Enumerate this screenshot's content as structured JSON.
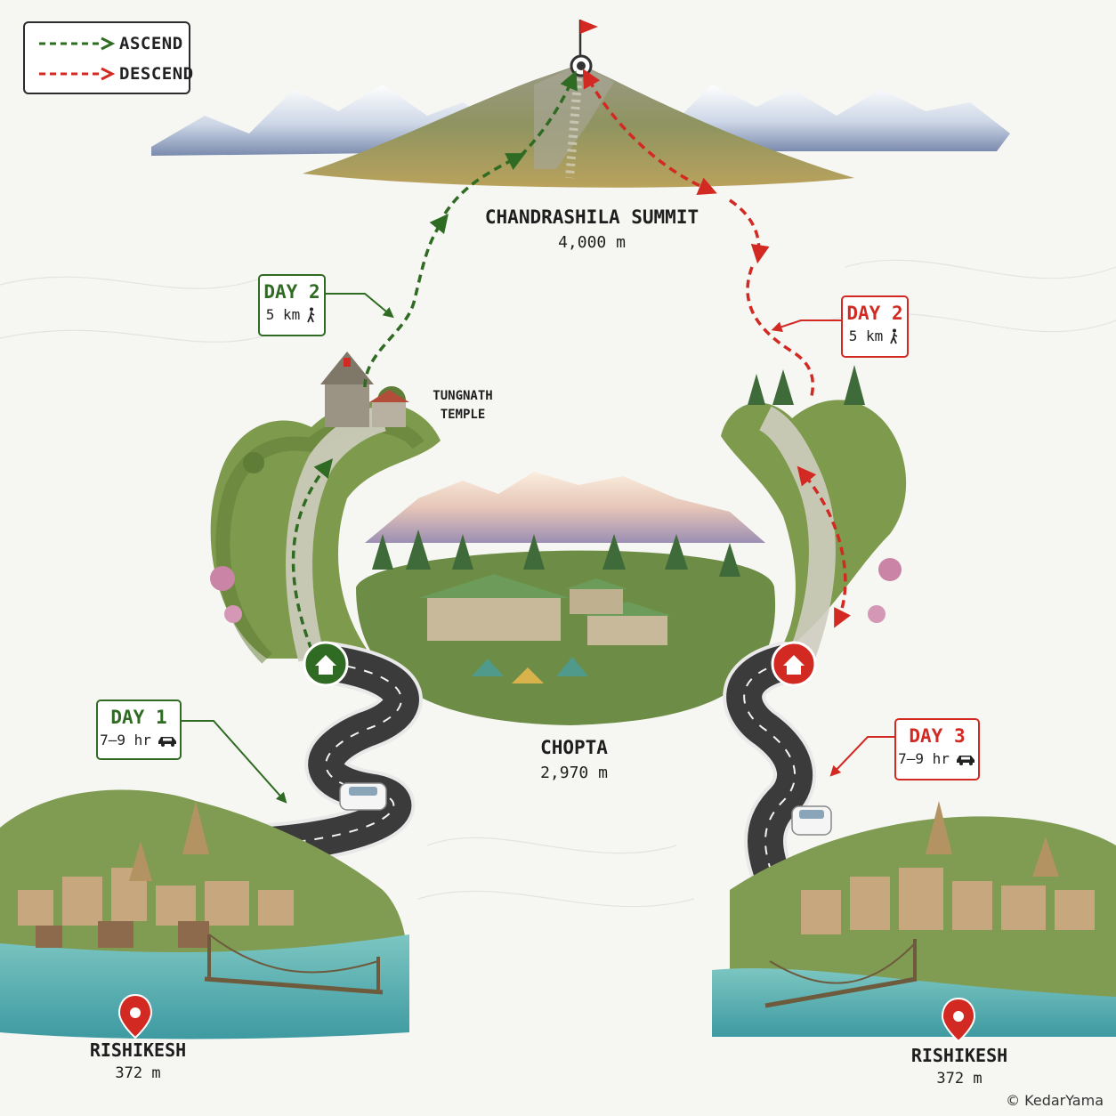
{
  "legend": {
    "ascend_label": "ASCEND",
    "descend_label": "DESCEND",
    "ascend_color": "#2f6b22",
    "descend_color": "#d22a22"
  },
  "summit": {
    "name": "CHANDRASHILA SUMMIT",
    "elevation": "4,000 m",
    "icon": "summit-flag-icon"
  },
  "temple": {
    "name_line1": "TUNGNATH",
    "name_line2": "TEMPLE"
  },
  "chopta": {
    "name": "CHOPTA",
    "elevation": "2,970 m"
  },
  "rishikesh_start": {
    "name": "RISHIKESH",
    "elevation": "372 m",
    "icon": "location-pin-icon"
  },
  "rishikesh_end": {
    "name": "RISHIKESH",
    "elevation": "372 m",
    "icon": "location-pin-icon"
  },
  "day_boxes": {
    "day2_ascend": {
      "label": "DAY 2",
      "detail": "5 km",
      "icon": "hiker-icon"
    },
    "day2_descend": {
      "label": "DAY 2",
      "detail": "5 km",
      "icon": "hiker-icon"
    },
    "day1": {
      "label": "DAY 1",
      "detail": "7–9 hr",
      "icon": "car-icon"
    },
    "day3": {
      "label": "DAY 3",
      "detail": "7–9 hr",
      "icon": "car-icon"
    }
  },
  "camp_markers": {
    "start_icon": "home-icon",
    "end_icon": "home-icon"
  },
  "credit": "© KedarYama"
}
